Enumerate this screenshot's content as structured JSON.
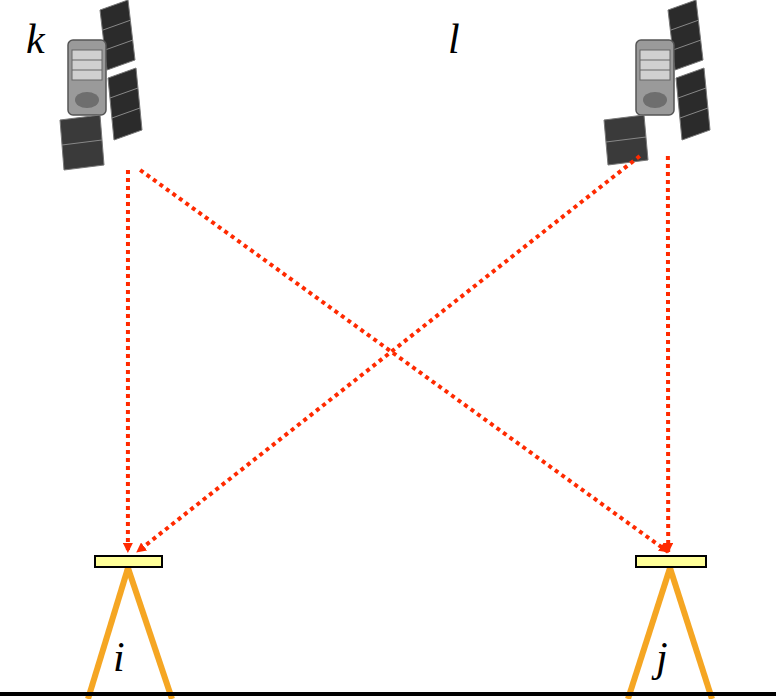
{
  "diagram": {
    "nodes": [
      {
        "text": [
          "k"
        ]
      },
      {
        "text": [
          "l"
        ]
      },
      {
        "text": [
          "i"
        ]
      },
      {
        "text": [
          "j"
        ]
      }
    ],
    "edges": [
      {
        "from": 0,
        "to": 2,
        "arrow": "to"
      },
      {
        "from": 0,
        "to": 3,
        "arrow": "to"
      },
      {
        "from": 1,
        "to": 2,
        "arrow": "to"
      },
      {
        "from": 1,
        "to": 3,
        "arrow": "to"
      }
    ]
  }
}
